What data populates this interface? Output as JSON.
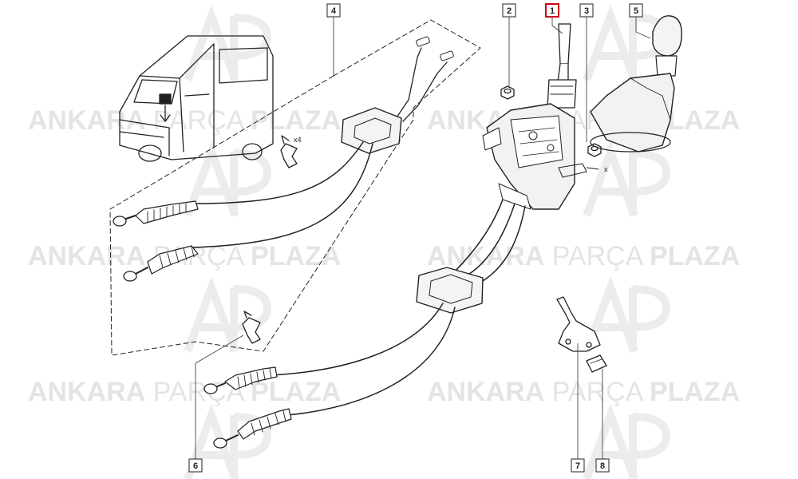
{
  "watermark": {
    "brand_bold_1": "ANKARA",
    "brand_light": "PARÇA",
    "brand_bold_2": "PLAZA"
  },
  "callouts": [
    {
      "label": "1",
      "highlighted": true
    },
    {
      "label": "2",
      "highlighted": false
    },
    {
      "label": "3",
      "highlighted": false
    },
    {
      "label": "4",
      "highlighted": false
    },
    {
      "label": "5",
      "highlighted": false
    },
    {
      "label": "6",
      "highlighted": false
    },
    {
      "label": "7",
      "highlighted": false
    },
    {
      "label": "8",
      "highlighted": false
    }
  ],
  "annotations": {
    "clip_quantity": "x4",
    "cross_mark": "x"
  },
  "colors": {
    "highlight": "#d0021b",
    "ink": "#222222",
    "watermark": "#e4e4e4"
  }
}
